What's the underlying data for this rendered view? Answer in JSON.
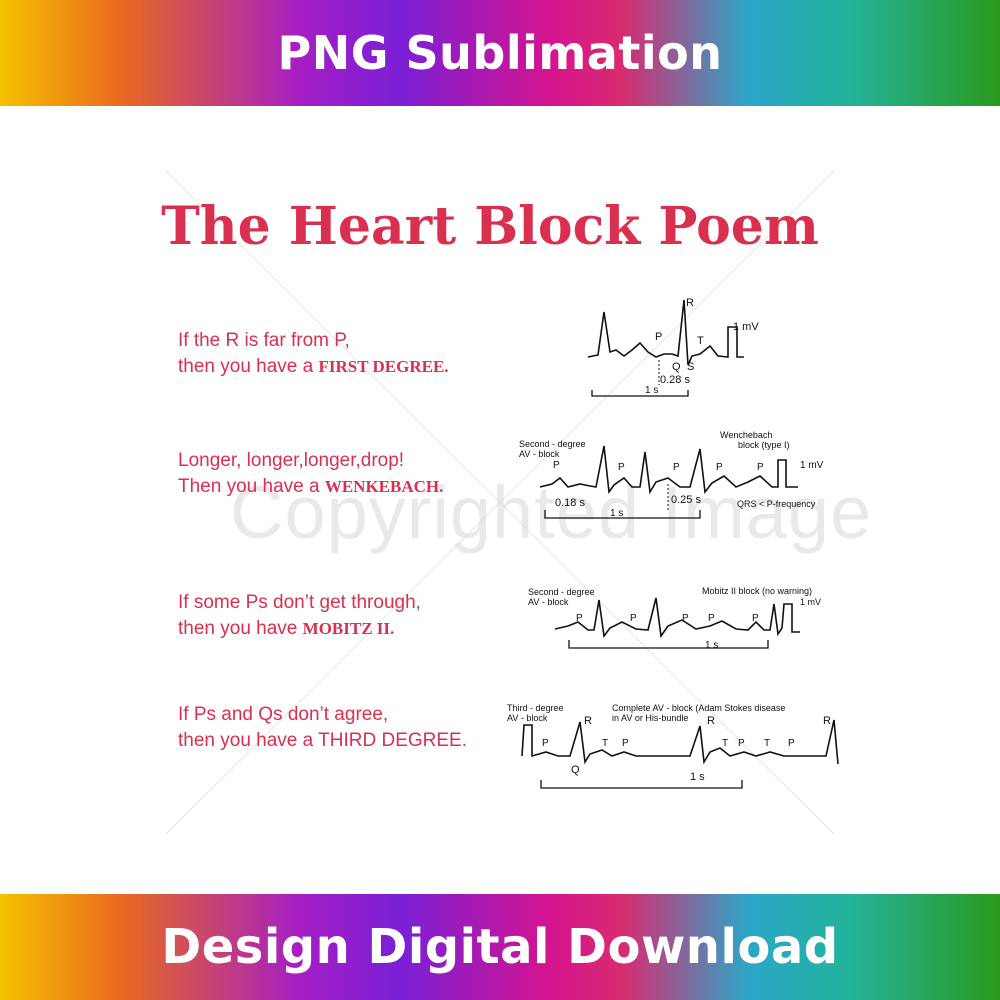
{
  "banner_top": "PNG Sublimation",
  "banner_bottom": "Design Digital Download",
  "title": "The Heart Block Poem",
  "watermark": "Copyrighted Image",
  "verses": [
    {
      "line1": "If the R is far from P,",
      "line2_prefix": "then you have a ",
      "keyword": "FIRST DEGREE."
    },
    {
      "line1": "Longer, longer,longer,drop!",
      "line2_prefix": "Then you have a ",
      "keyword": "WENKEBACH."
    },
    {
      "line1": "If some Ps don’t get through,",
      "line2_prefix": "then you have ",
      "keyword": "MOBITZ II."
    },
    {
      "line1": "If Ps and Qs don’t agree,",
      "line2_prefix": "then you have a ",
      "keyword": "THIRD DEGREE."
    }
  ],
  "ecg1": {
    "r": "R",
    "p": "P",
    "t": "T",
    "q": "Q",
    "s": "S",
    "mv": "1 mV",
    "interval": "0.28 s",
    "scale": "1 s"
  },
  "ecg2": {
    "label": "Second - degree",
    "label2": "AV - block",
    "type": "Wenchebach",
    "type2": "block (type I)",
    "p": "P",
    "mv": "1 mV",
    "int1": "0.18 s",
    "int2": "0.25 s",
    "scale": "1 s",
    "note": "QRS < P-frequency"
  },
  "ecg3": {
    "label": "Second - degree",
    "label2": "AV - block",
    "type": "Mobitz II block (no warning)",
    "p": "P",
    "mv": "1 mV",
    "scale": "1 s"
  },
  "ecg4": {
    "label": "Third - degree",
    "label2": "AV - block",
    "type": "Complete  AV - block (Adam Stokes disease",
    "type2": "in AV or His-bundle",
    "r": "R",
    "p": "P",
    "t": "T",
    "q": "Q",
    "scale": "1 s"
  }
}
